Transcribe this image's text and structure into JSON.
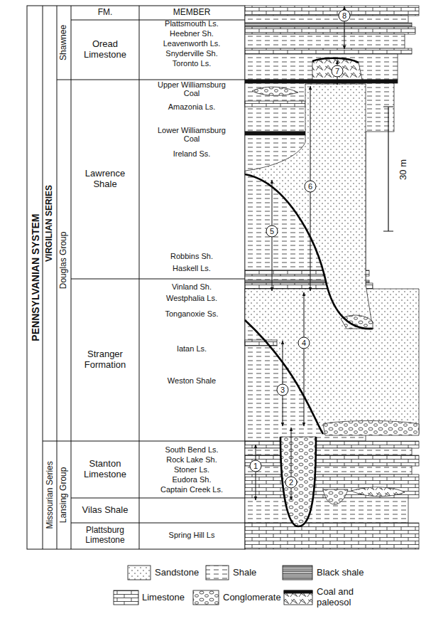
{
  "diagram": {
    "labels": [
      "PENNSYLVANIAN SYSTEM",
      "VIRGILIAN SERIES",
      "Missourian Series",
      "Shawnee",
      "Douglas Group",
      "Lansing Group",
      "FM.",
      "MEMBER",
      "Oread Limestone",
      "Lawrence Shale",
      "Stranger Formation",
      "Stanton Limestone",
      "Vilas Shale",
      "Plattsburg Limestone",
      "Plattsmouth Ls.",
      "Heebner Sh.",
      "Leavenworth Ls.",
      "Snyderville Sh.",
      "Toronto Ls.",
      "Upper Williamsburg Coal",
      "Amazonia Ls.",
      "Lower Williamsburg Coal",
      "Ireland Ss.",
      "Robbins Sh.",
      "Haskell Ls.",
      "Vinland Sh.",
      "Westphalia Ls.",
      "Tonganoxie Ss.",
      "Iatan Ls.",
      "Weston Shale",
      "South Bend Ls.",
      "Rock Lake Sh.",
      "Stoner Ls.",
      "Eudora Sh.",
      "Captain Creek Ls.",
      "Spring Hill Ls",
      "1",
      "2",
      "3",
      "4",
      "5",
      "6",
      "7",
      "8",
      "30 m"
    ],
    "legend": [
      {
        "text": "Sandstone"
      },
      {
        "text": "Shale"
      },
      {
        "text": "Black shale"
      },
      {
        "text": "Limestone"
      },
      {
        "text": "Conglomerate"
      },
      {
        "text": "Coal and paleosol"
      }
    ]
  }
}
